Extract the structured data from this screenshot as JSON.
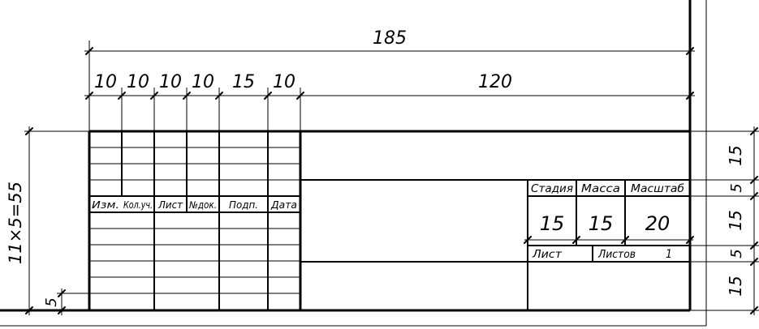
{
  "dimensions": {
    "overall_width": "185",
    "column_widths": [
      "10",
      "10",
      "10",
      "10",
      "15",
      "10"
    ],
    "right_width": "120",
    "left_height": "11×5=55",
    "row_height": "5",
    "right_heights": [
      "15",
      "5",
      "15",
      "5",
      "15"
    ]
  },
  "columns": [
    "Изм.",
    "Кол.уч.",
    "Лист",
    "№док.",
    "Подп.",
    "Дата"
  ],
  "block": {
    "stage_label": "Стадия",
    "mass_label": "Масса",
    "scale_label": "Масштаб",
    "stage_value": "15",
    "mass_value": "15",
    "scale_value": "20",
    "sheet_label": "Лист",
    "sheets_label": "Листов",
    "sheets_value": "1"
  }
}
